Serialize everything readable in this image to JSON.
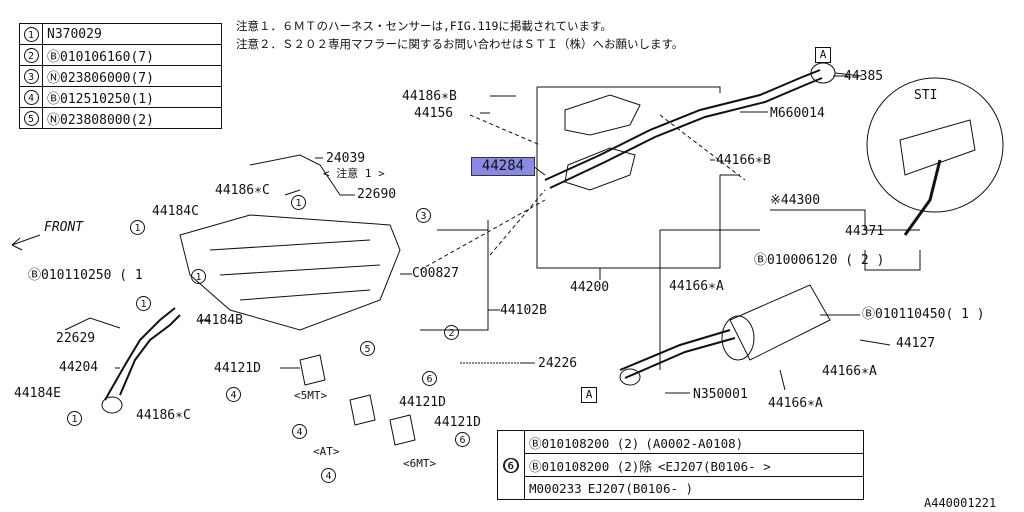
{
  "legend": [
    {
      "num": "1",
      "text": "N370029"
    },
    {
      "num": "2",
      "text": "Ⓑ010106160(7)"
    },
    {
      "num": "3",
      "text": "Ⓝ023806000(7)"
    },
    {
      "num": "4",
      "text": "Ⓑ012510250(1)"
    },
    {
      "num": "5",
      "text": "Ⓝ023808000(2)"
    }
  ],
  "notes": [
    "注意１．６ＭＴのハーネス・センサーは,FIG.119に掲載されています。",
    "注意２．Ｓ２０２専用マフラーに関するお問い合わせはＳＴＩ（株）へお願いします。"
  ],
  "labels": {
    "l44385": "44385",
    "l44186B": "44186∗B",
    "l44156": "44156",
    "lM660014": "M660014",
    "l24039": "24039",
    "lnote1": "< 注意 1 >",
    "l44284": "44284",
    "l44166B": "44166∗B",
    "l44186C_top": "44186∗C",
    "l22690": "22690",
    "l44184C": "44184C",
    "front": "FRONT",
    "l010110250": "Ⓑ010110250 ( 1",
    "lC00827": "C00827",
    "l44200": "44200",
    "l44300": "※44300",
    "l44371": "44371",
    "lSTI": "STI",
    "l010006120": "Ⓑ010006120 ( 2 )",
    "l44166A_1": "44166∗A",
    "l010110450": "Ⓑ010110450( 1 )",
    "l44127": "44127",
    "l44166A_2": "44166∗A",
    "l44166A_3": "44166∗A",
    "l44102B": "44102B",
    "l44184B": "44184B",
    "l22629": "22629",
    "l44204": "44204",
    "l44184E": "44184E",
    "l44186C_bot": "44186∗C",
    "l44121D_1": "44121D",
    "l44121D_2": "44121D",
    "l44121D_3": "44121D",
    "l5MT": "<5MT>",
    "lAT": "<AT>",
    "l6MT": "<6MT>",
    "l24226": "24226",
    "lN350001": "N350001",
    "c1a": "1",
    "c1b": "1",
    "c1c": "1",
    "c1d": "1",
    "c1e": "1",
    "c2": "2",
    "c3": "3",
    "c4a": "4",
    "c4b": "4",
    "c4c": "4",
    "c5": "5",
    "c6a": "6",
    "c6b": "6",
    "c6c": "6",
    "c6d": "6",
    "boxA1": "A",
    "boxA2": "A",
    "code": "A440001221"
  },
  "bottom_table": {
    "rows": [
      {
        "part": "Ⓑ010108200 (2)",
        "note": "(A0002-A0108)"
      },
      {
        "part": "Ⓑ010108200 (2)除",
        "note": "<EJ207(B0106-  >"
      },
      {
        "part": "M000233",
        "note": "EJ207(B0106-  )"
      }
    ]
  },
  "colors": {
    "highlight": "#8a8ae6",
    "line": "#111111"
  }
}
